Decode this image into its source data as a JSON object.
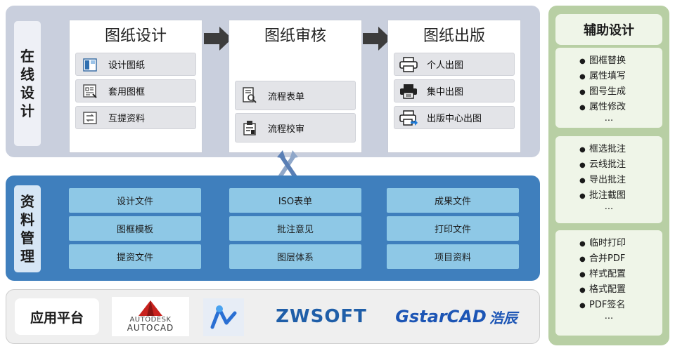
{
  "online": {
    "label": [
      "在",
      "线",
      "设",
      "计"
    ],
    "stages": [
      {
        "title": "图纸设计",
        "items": [
          {
            "label": "设计图纸",
            "icon": "design-drawing-icon"
          },
          {
            "label": "套用图框",
            "icon": "frame-template-icon"
          },
          {
            "label": "互提资料",
            "icon": "exchange-data-icon"
          }
        ]
      },
      {
        "title": "图纸审核",
        "items": [
          {
            "label": "流程表单",
            "icon": "process-form-icon"
          },
          {
            "label": "流程校审",
            "icon": "process-review-icon"
          }
        ]
      },
      {
        "title": "图纸出版",
        "items": [
          {
            "label": "个人出图",
            "icon": "printer-icon"
          },
          {
            "label": "集中出图",
            "icon": "central-printer-icon"
          },
          {
            "label": "出版中心出图",
            "icon": "publish-center-printer-icon"
          }
        ]
      }
    ]
  },
  "data_mgmt": {
    "label": [
      "资",
      "料",
      "管",
      "理"
    ],
    "columns": [
      [
        "设计文件",
        "图框模板",
        "提资文件"
      ],
      [
        "ISO表单",
        "批注意见",
        "图层体系"
      ],
      [
        "成果文件",
        "打印文件",
        "项目资料"
      ]
    ]
  },
  "platform": {
    "label": "应用平台",
    "logos": {
      "autodesk_line1": "AUTODESK",
      "autodesk_line2": "AUTOCAD",
      "zwsoft": "ZWSOFT",
      "gstar": "GstarCAD",
      "gstar_cn": "浩辰"
    }
  },
  "aux": {
    "title": "辅助设计",
    "groups": [
      {
        "items": [
          "图框替换",
          "属性填写",
          "图号生成",
          "属性修改"
        ],
        "more": "..."
      },
      {
        "items": [
          "框选批注",
          "云线批注",
          "导出批注",
          "批注截图"
        ],
        "more": "..."
      },
      {
        "items": [
          "临时打印",
          "合并PDF",
          "样式配置",
          "格式配置",
          "PDF签名"
        ],
        "more": "..."
      }
    ]
  },
  "colors": {
    "online_bg": "#c9cfdd",
    "data_bg": "#3f7fbd",
    "data_cell": "#8ec8e6",
    "aux_bg": "#b8cfa4",
    "zwsoft_blue": "#1f5ea8",
    "gstar_blue": "#1c55b5"
  }
}
